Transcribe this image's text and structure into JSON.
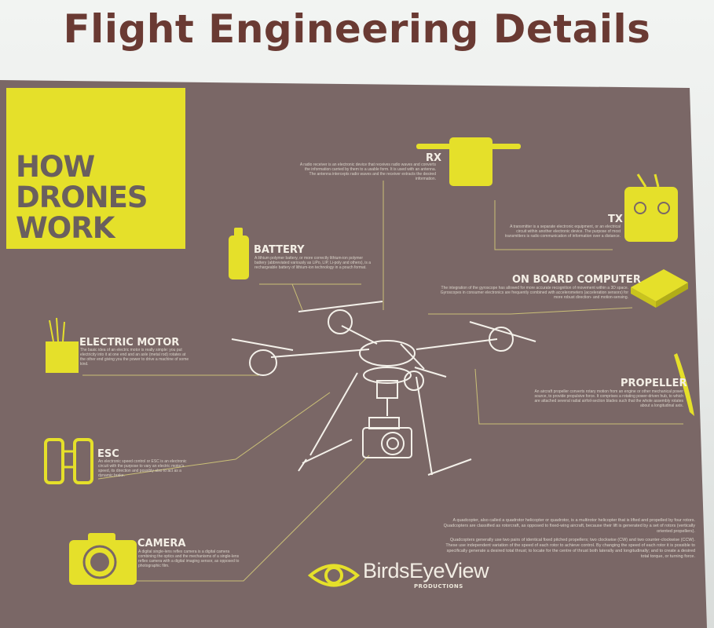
{
  "slide": {
    "title": "Flight Engineering Details"
  },
  "poster": {
    "heading": [
      "HOW",
      "DRONES",
      "WORK"
    ],
    "components": {
      "rx": {
        "label": "RX",
        "desc": "A radio receiver is an electronic device that receives radio waves and converts the information carried by them to a usable form. It is used with an antenna. The antenna intercepts radio waves and the receiver extracts the desired information."
      },
      "tx": {
        "label": "TX",
        "desc": "A transmitter is a separate electronic equipment, or an electrical circuit within another electronic device. The purpose of most transmitters is radio communication of information over a distance."
      },
      "battery": {
        "label": "BATTERY",
        "desc": "A lithium polymer battery, or more correctly lithium-ion polymer battery (abbreviated variously as LiPo, LIP, Li-poly and others), is a rechargeable battery of lithium-ion technology in a pouch format."
      },
      "onboard_computer": {
        "label": "ON BOARD COMPUTER",
        "desc": "The integration of the gyroscope has allowed for more accurate recognition of movement within a 3D space. Gyroscopes in consumer electronics are frequently combined with accelerometers (acceleration sensors) for more robust direction- and motion-sensing."
      },
      "electric_motor": {
        "label": "ELECTRIC MOTOR",
        "desc": "The basic idea of an electric motor is really simple: you put electricity into it at one end and an axle (metal rod) rotates at the other end giving you the power to drive a machine of some kind."
      },
      "propeller": {
        "label": "PROPELLER",
        "desc": "An aircraft propeller converts rotary motion from an engine or other mechanical power source, to provide propulsive force. It comprises a rotating power-driven hub, to which are attached several radial airfoil-section blades such that the whole assembly rotates about a longitudinal axis."
      },
      "esc": {
        "label": "ESC",
        "desc": "An electronic speed control or ESC is an electronic circuit with the purpose to vary an electric motor's speed, its direction and possibly also to act as a dynamic brake."
      },
      "camera": {
        "label": "CAMERA",
        "desc": "A digital single-lens reflex camera is a digital camera combining the optics and the mechanisms of a single-lens reflex camera with a digital imaging sensor, as opposed to photographic film."
      }
    },
    "quadcopter_text": [
      "A quadcopter, also called a quadrotor helicopter or quadrotor, is a multirotor helicopter that is lifted and propelled by four rotors. Quadcopters are classified as rotorcraft, as opposed to fixed-wing aircraft, because their lift is generated by a set of rotors (vertically oriented propellers).",
      "Quadcopters generally use two pairs of identical fixed pitched propellers; two clockwise (CW) and two counter-clockwise (CCW). These use independent variation of the speed of each rotor to achieve control. By changing the speed of each rotor it is possible to specifically generate a desired total thrust; to locate for the centre of thrust both laterally and longitudinally; and to create a desired total torque, or turning force."
    ],
    "brand": {
      "name": "BirdsEyeView",
      "sub": "PRODUCTIONS"
    },
    "colors": {
      "panel": "#7a6766",
      "accent_yellow": "#e5e02a",
      "line": "#d8d07a",
      "drone_stroke": "#f4f1ea",
      "title_brown": "#6a3a33"
    }
  }
}
